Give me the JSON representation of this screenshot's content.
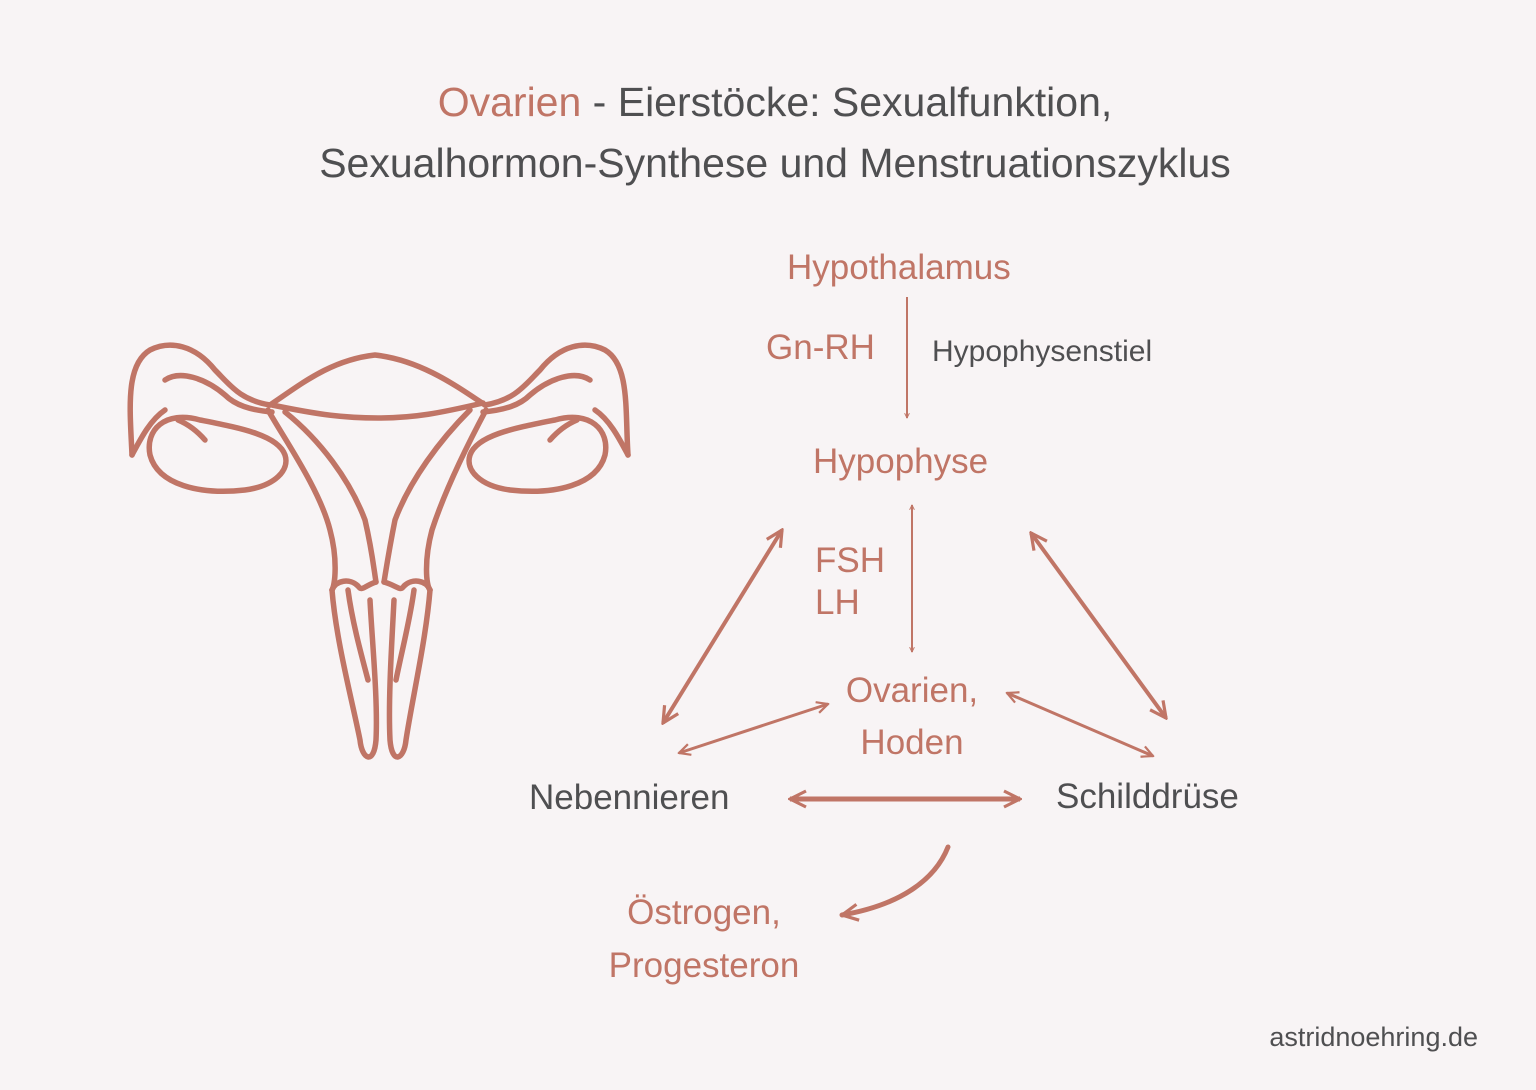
{
  "title": {
    "accent": "Ovarien",
    "line1_rest": " - Eierstöcke: Sexualfunktion,",
    "line2": "Sexualhormon-Synthese und Menstruationszyklus"
  },
  "nodes": {
    "hypothalamus": "Hypothalamus",
    "gnrh": "Gn-RH",
    "hypophysenstiel": "Hypophysenstiel",
    "hypophyse": "Hypophyse",
    "fsh": "FSH",
    "lh": "LH",
    "ovarien_line1": "Ovarien,",
    "ovarien_line2": "Hoden",
    "nebennieren": "Nebennieren",
    "schilddruese": "Schilddrüse",
    "oestrogen_line1": "Östrogen,",
    "oestrogen_line2": "Progesteron"
  },
  "icon": "uterus-icon",
  "footer": "astridnoehring.de",
  "colors": {
    "accent": "#c07566",
    "text": "#4f4f51",
    "background": "#f8f4f5"
  }
}
